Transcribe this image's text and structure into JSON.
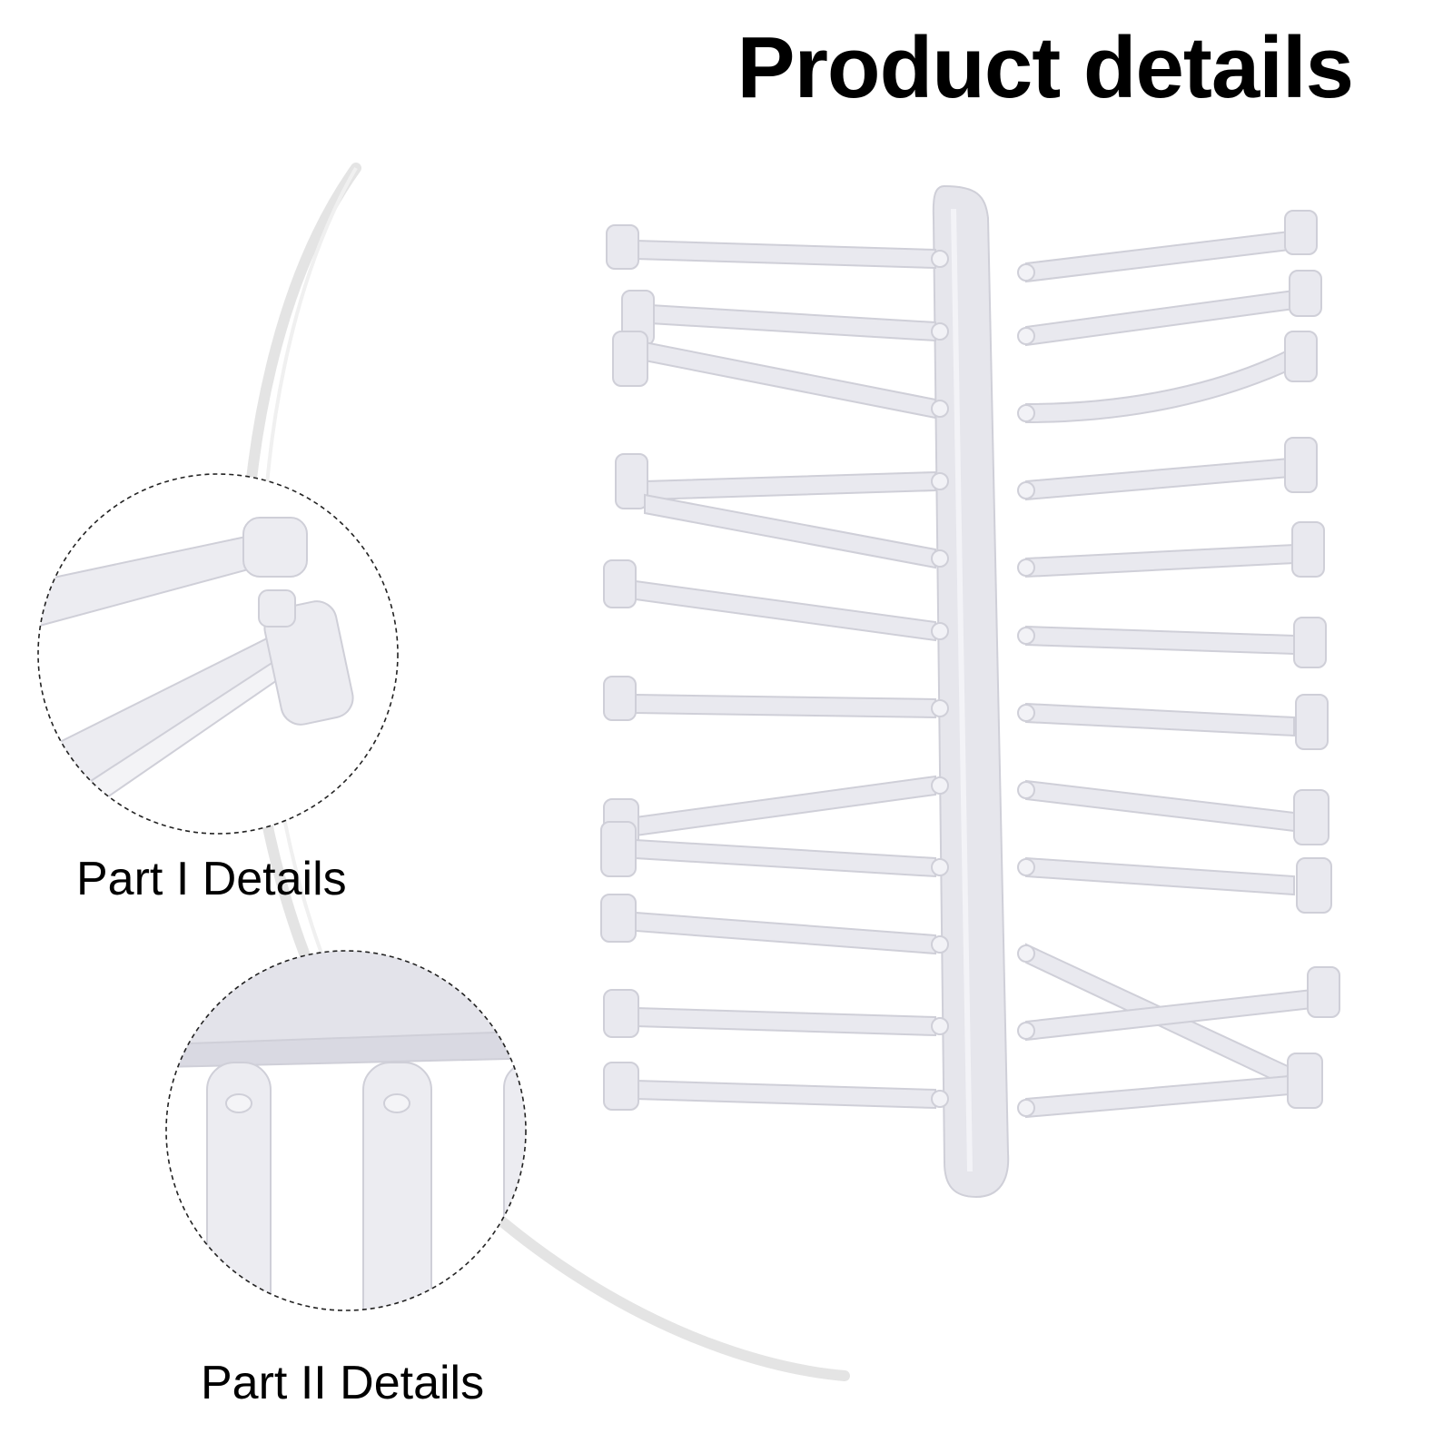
{
  "title": "Product details",
  "details": [
    {
      "caption": "Part I Details"
    },
    {
      "caption": "Part II Details"
    }
  ],
  "colors": {
    "background": "#ffffff",
    "text": "#000000",
    "plastic": "#e6e6ec",
    "plastic_edge": "#cfcfd8",
    "arc": "#e4e4e4"
  }
}
